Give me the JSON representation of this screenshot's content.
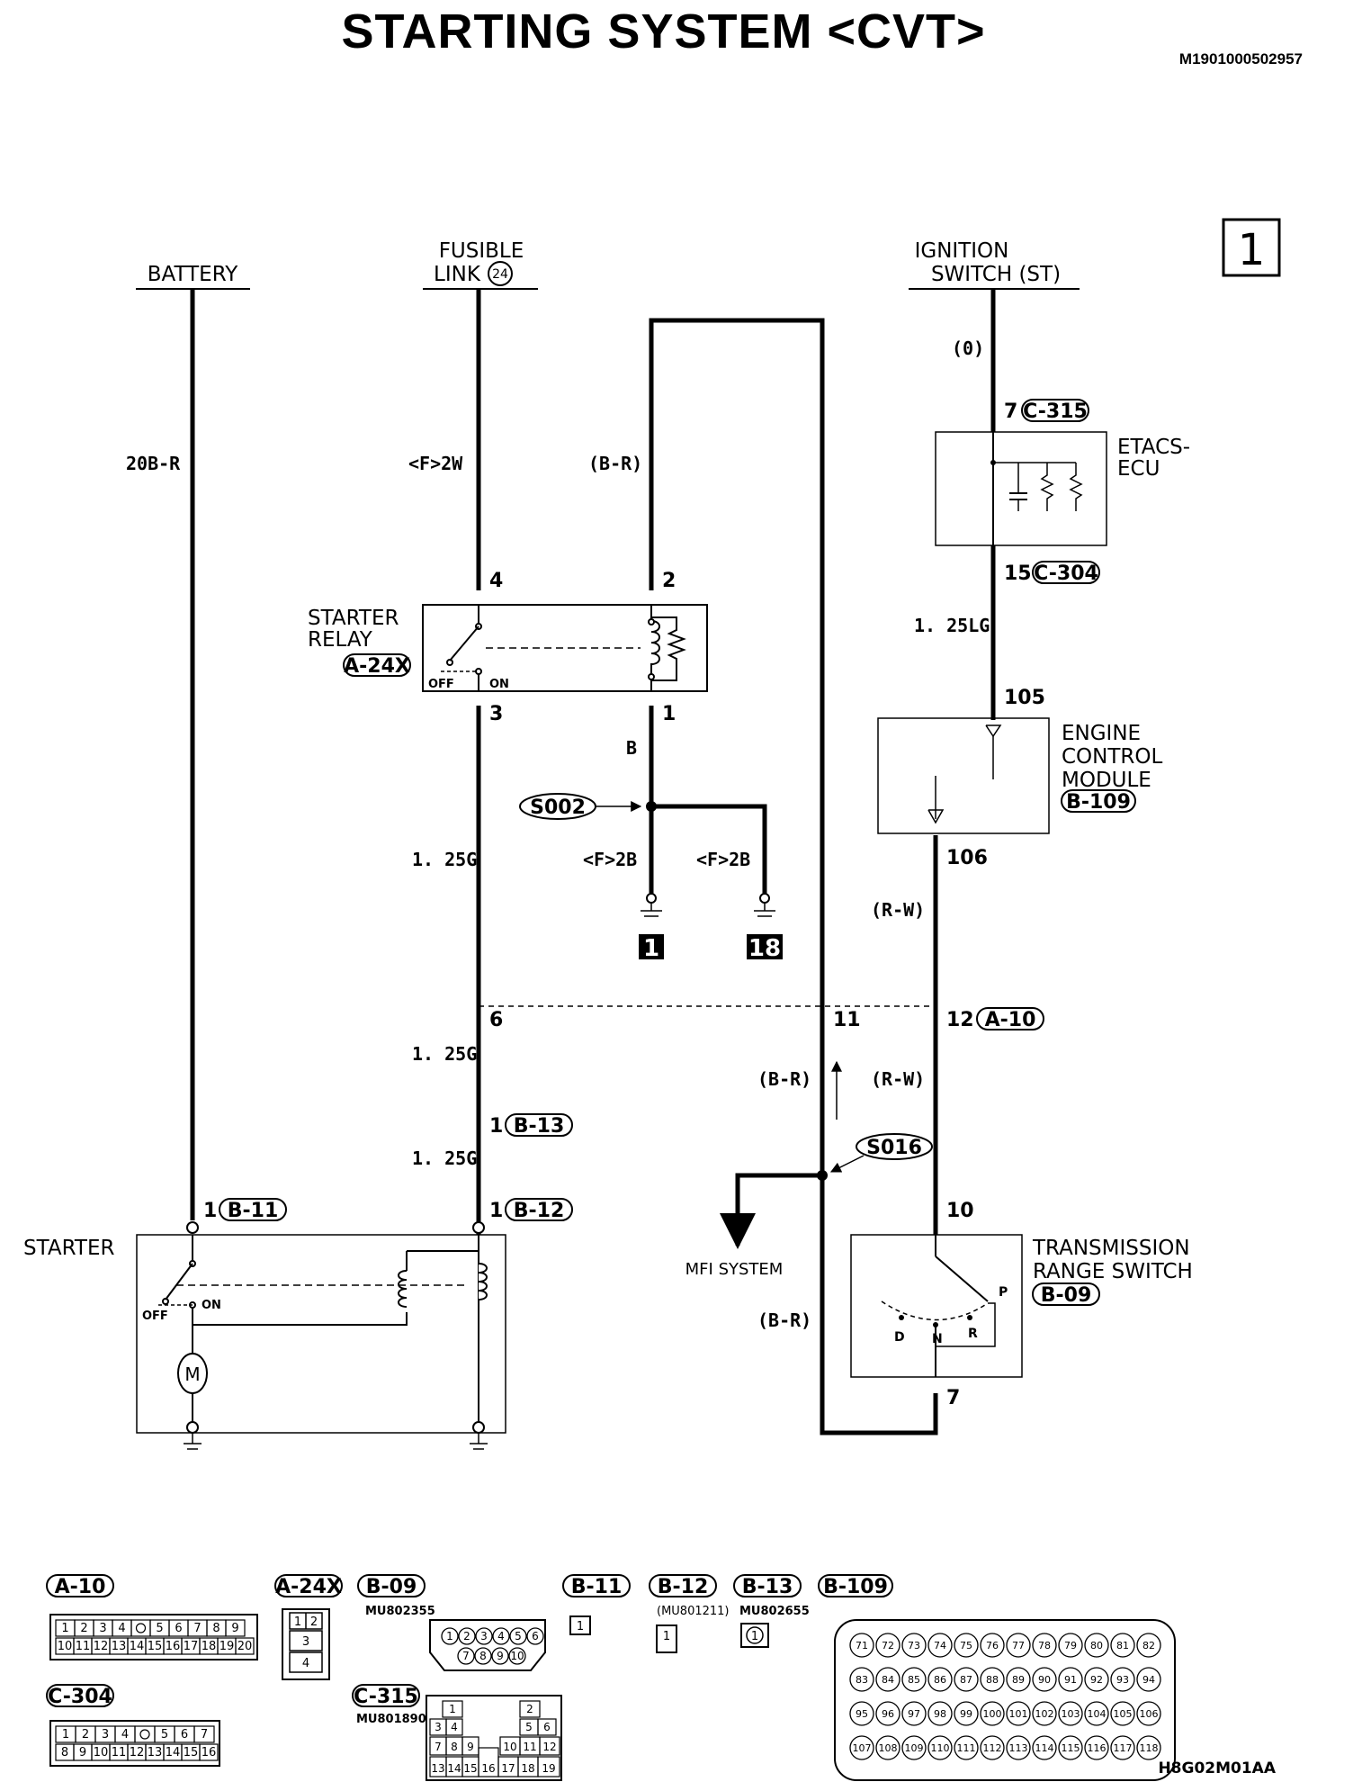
{
  "title": "STARTING SYSTEM <CVT>",
  "doc_id": "M1901000502957",
  "page_number": "1",
  "figure_code": "H8G02M01AA",
  "sources": {
    "battery": "BATTERY",
    "fusible_link_line1": "FUSIBLE",
    "fusible_link_line2": "LINK",
    "fusible_link_number": "24",
    "ignition_line1": "IGNITION",
    "ignition_line2": "SWITCH (ST)"
  },
  "components": {
    "starter_relay_line1": "STARTER",
    "starter_relay_line2": "RELAY",
    "starter_relay_conn": "A-24X",
    "etacs_line1": "ETACS-",
    "etacs_line2": "ECU",
    "ecm_line1": "ENGINE",
    "ecm_line2": "CONTROL",
    "ecm_line3": "MODULE",
    "ecm_conn": "B-109",
    "trs_line1": "TRANSMISSION",
    "trs_line2": "RANGE SWITCH",
    "trs_conn": "B-09",
    "starter": "STARTER",
    "off": "OFF",
    "on": "ON",
    "motor": "M",
    "mfi_system": "MFI SYSTEM",
    "splice1": "S002",
    "splice2": "S016",
    "ground1": "1",
    "ground2": "18",
    "trs_p": "P",
    "trs_d": "D",
    "trs_n": "N",
    "trs_r": "R"
  },
  "wires": {
    "battery_wire": "20B-R",
    "fusible_wire": "<F>2W",
    "relay_coil_wire": "(B-R)",
    "ign_wire": "(0)",
    "ecu_out_wire": "1. 25LG",
    "relay_out1": "1. 25G",
    "relay_out2": "1. 25G",
    "relay_out3": "1. 25G",
    "coil_ground_wire": "B",
    "ground_wire1": "<F>2B",
    "ground_wire2": "<F>2B",
    "ecm_out_wire": "(R-W)",
    "return1": "(B-R)",
    "return2": "(R-W)",
    "return3": "(B-R)"
  },
  "pins": {
    "relay_4": "4",
    "relay_2": "2",
    "relay_3": "3",
    "relay_1": "1",
    "etacs_in": "7",
    "etacs_in_conn": "C-315",
    "etacs_out": "15",
    "etacs_out_conn": "C-304",
    "ecm_105": "105",
    "ecm_106": "106",
    "a10_6": "6",
    "a10_11": "11",
    "a10_12": "12",
    "a10_conn": "A-10",
    "b13_1": "1",
    "b13_conn": "B-13",
    "b12_1": "1",
    "b12_conn": "B-12",
    "b11_1": "1",
    "b11_conn": "B-11",
    "trs_10": "10",
    "trs_7": "7"
  },
  "connectors": {
    "a10": {
      "label": "A-10",
      "row1": [
        "1",
        "2",
        "3",
        "4",
        "",
        "5",
        "6",
        "7",
        "8",
        "9"
      ],
      "row2": [
        "10",
        "11",
        "12",
        "13",
        "14",
        "15",
        "16",
        "17",
        "18",
        "19",
        "20"
      ]
    },
    "a24x": {
      "label": "A-24X",
      "cells": [
        "1",
        "2",
        "3",
        "4"
      ]
    },
    "b09": {
      "label": "B-09",
      "part": "MU802355",
      "row1": [
        "1",
        "2",
        "3",
        "4",
        "5",
        "6"
      ],
      "row2": [
        "7",
        "8",
        "9",
        "10"
      ]
    },
    "b11": {
      "label": "B-11",
      "pin": "1"
    },
    "b12": {
      "label": "B-12",
      "part": "(MU801211)",
      "pin": "1"
    },
    "b13": {
      "label": "B-13",
      "part": "MU802655",
      "pin": "1"
    },
    "b109": {
      "label": "B-109",
      "rows": [
        [
          "71",
          "72",
          "73",
          "74",
          "75",
          "76",
          "77",
          "78",
          "79",
          "80",
          "81",
          "82"
        ],
        [
          "83",
          "84",
          "85",
          "86",
          "87",
          "88",
          "89",
          "90",
          "91",
          "92",
          "93",
          "94"
        ],
        [
          "95",
          "96",
          "97",
          "98",
          "99",
          "100",
          "101",
          "102",
          "103",
          "104",
          "105",
          "106"
        ],
        [
          "107",
          "108",
          "109",
          "110",
          "111",
          "112",
          "113",
          "114",
          "115",
          "116",
          "117",
          "118"
        ]
      ]
    },
    "c304": {
      "label": "C-304",
      "row1": [
        "1",
        "2",
        "3",
        "4",
        "",
        "5",
        "6",
        "7"
      ],
      "row2": [
        "8",
        "9",
        "10",
        "11",
        "12",
        "13",
        "14",
        "15",
        "16"
      ]
    },
    "c315": {
      "label": "C-315",
      "part": "MU801890",
      "cells": [
        "1",
        "2",
        "3",
        "4",
        "5",
        "6",
        "7",
        "8",
        "9",
        "10",
        "11",
        "12",
        "13",
        "14",
        "15",
        "16",
        "17",
        "18",
        "19"
      ]
    }
  }
}
